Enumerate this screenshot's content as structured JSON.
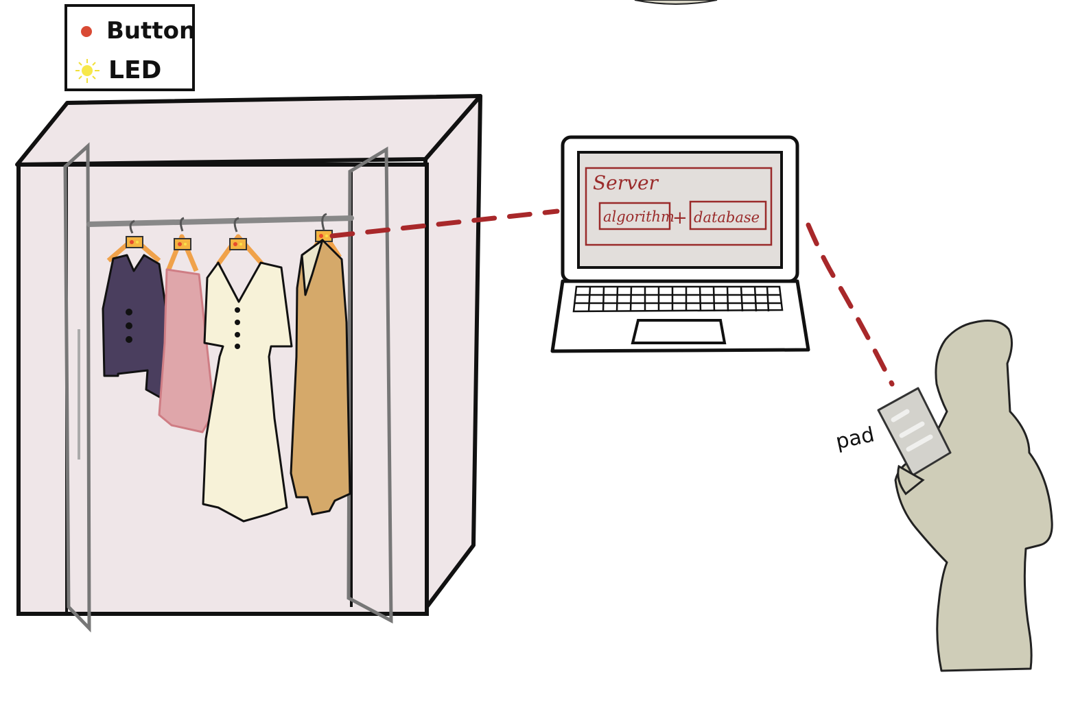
{
  "legend": {
    "items": [
      {
        "label": "Button",
        "icon": "red-dot-icon"
      },
      {
        "label": "LED",
        "icon": "led-light-icon"
      }
    ]
  },
  "server": {
    "title": "Server",
    "box_left": "algorithm",
    "plus": "+",
    "box_right": "database"
  },
  "pad_label": "pad",
  "colors": {
    "cabinet_fill": "#efe6e8",
    "link_dash": "#a8282a",
    "server_text": "#9a2a2a",
    "screen_fill": "#e2dedb",
    "person_fill": "#cfcdb8",
    "hanger": "#f0a24a",
    "jacket": "#4a3e5e",
    "skirt": "#dfa6aa",
    "dress": "#f7f2d8",
    "coat": "#d5a96a"
  }
}
